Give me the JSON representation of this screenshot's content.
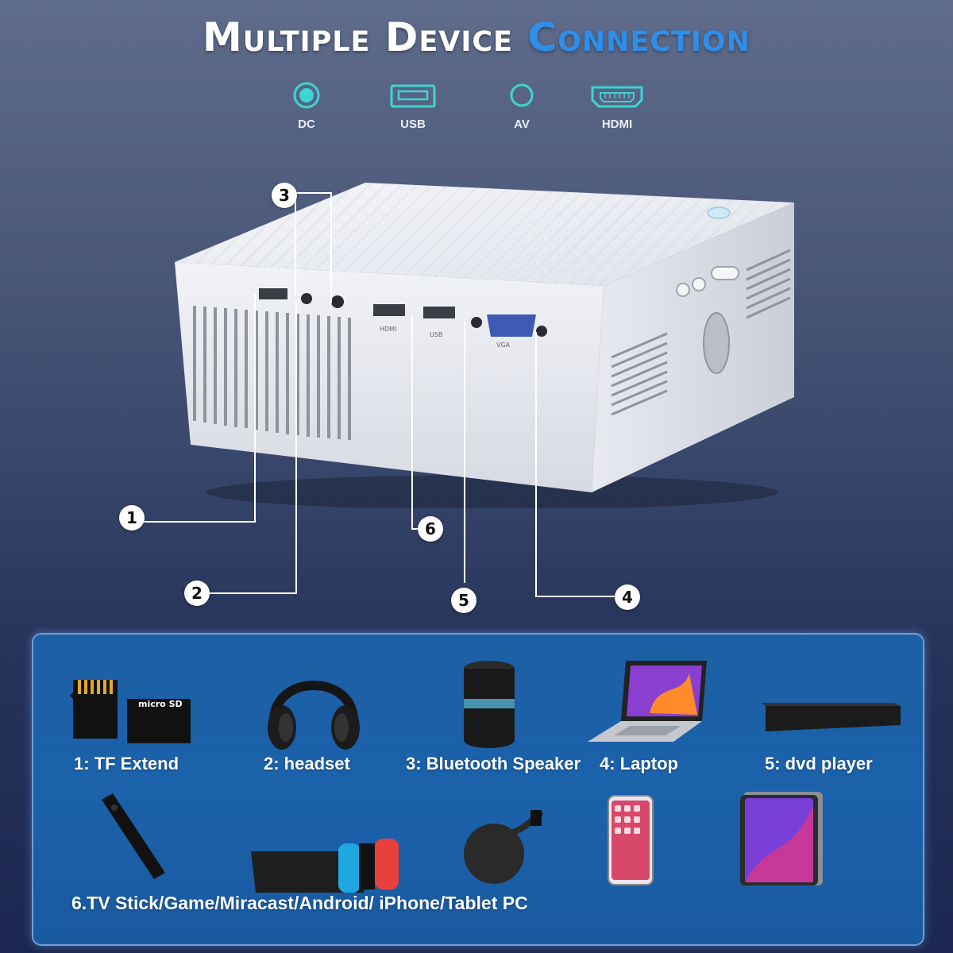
{
  "title": {
    "main": "Multiple Device ",
    "accent": "Connection"
  },
  "ports": [
    {
      "label": "DC",
      "icon": "dc-port-icon"
    },
    {
      "label": "USB",
      "icon": "usb-port-icon"
    },
    {
      "label": "AV",
      "icon": "av-port-icon"
    },
    {
      "label": "HDMI",
      "icon": "hdmi-port-icon"
    }
  ],
  "projector": {
    "port_labels": [
      "HDMI",
      "USB",
      "VGA"
    ]
  },
  "callouts": [
    "1",
    "2",
    "3",
    "4",
    "5",
    "6"
  ],
  "devices": {
    "captions": [
      "1:  TF Extend",
      "2:  headset",
      "3:  Bluetooth Speaker",
      "4:  Laptop",
      "5:  dvd player"
    ],
    "card_text": "micro SD",
    "bottom_caption": "6.TV Stick/Game/Miracast/Android/ iPhone/Tablet PC"
  },
  "colors": {
    "accent": "#2f8ee8",
    "port_icon": "#3fd4d2",
    "panel": "#1b62ab"
  }
}
